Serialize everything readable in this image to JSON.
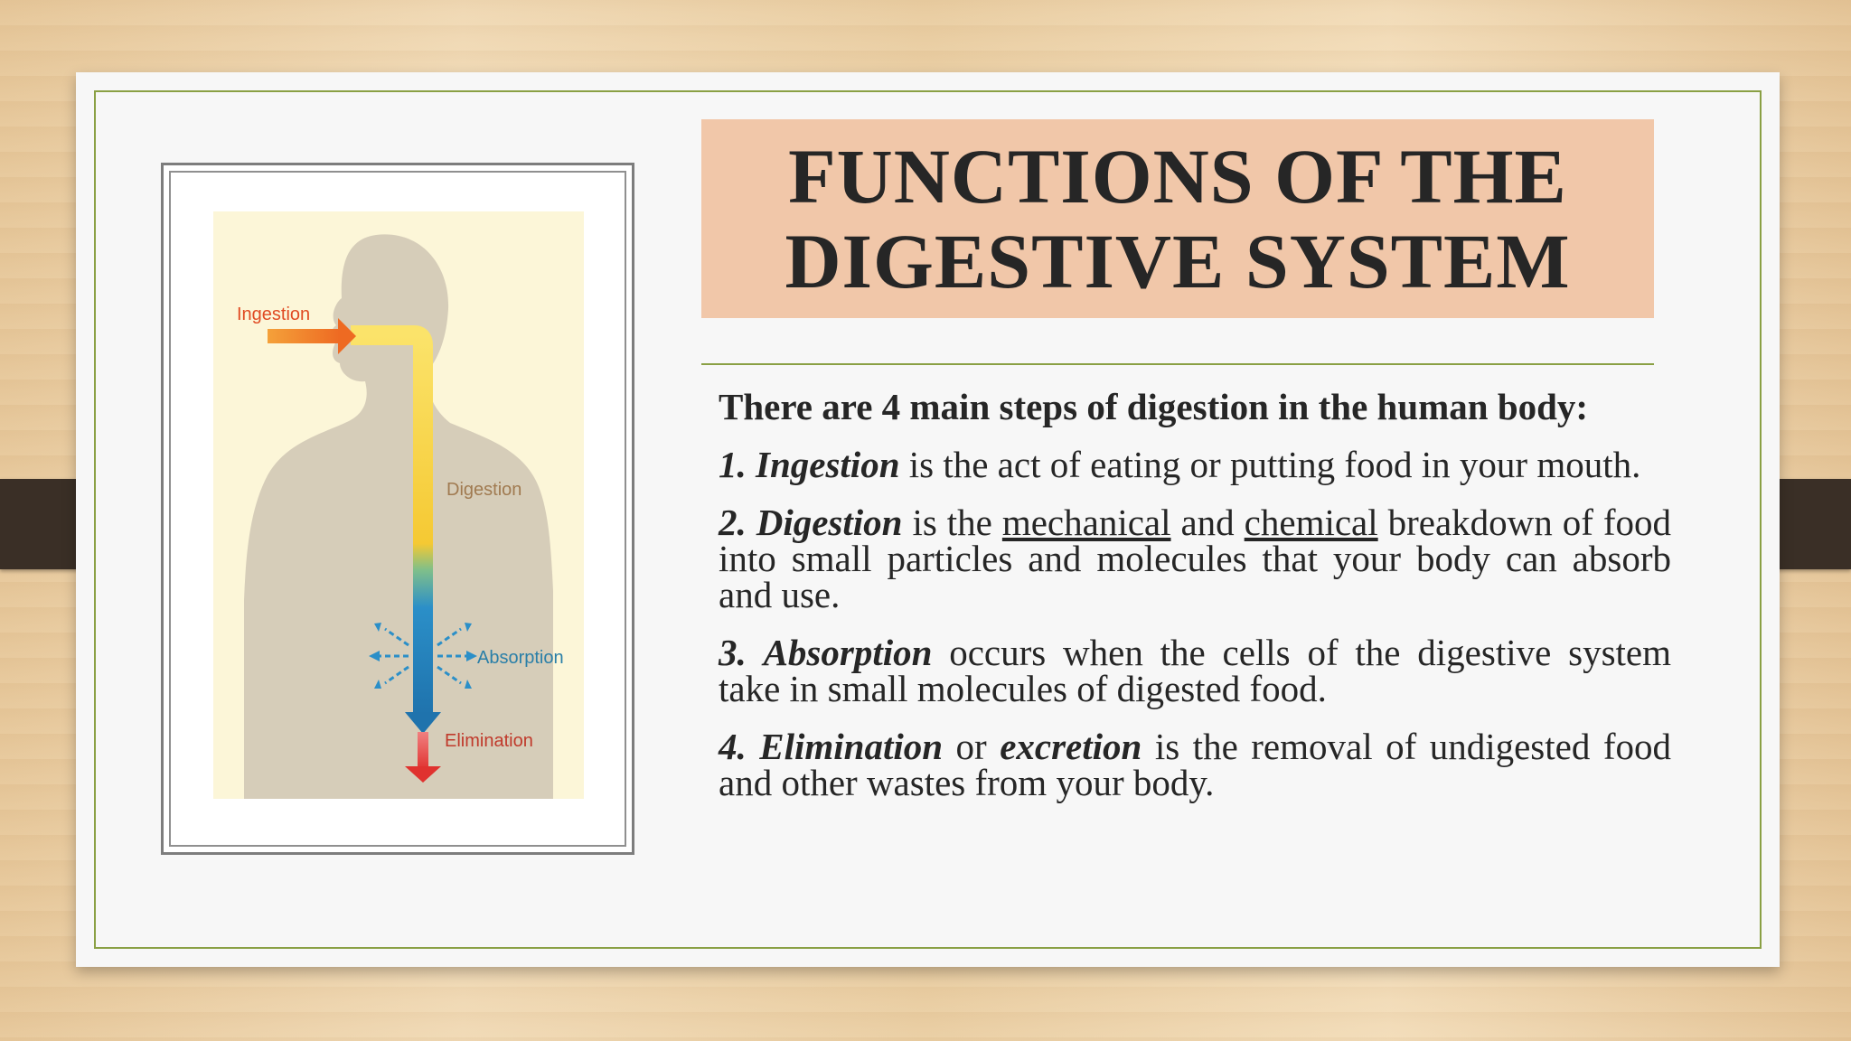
{
  "slide": {
    "title": "FUNCTIONS OF THE DIGESTIVE SYSTEM",
    "intro": "There are 4 main steps of digestion in the human body:",
    "steps": [
      {
        "number": "1.",
        "term": "Ingestion",
        "text": " is the act of eating or putting food in your mouth."
      },
      {
        "number": "2.",
        "term": "Digestion",
        "text_a": " is the ",
        "u1": "mechanical",
        "text_b": " and ",
        "u2": "chemical",
        "text_c": " breakdown of food into small particles and molecules that your body can absorb and use."
      },
      {
        "number": "3.",
        "term": "Absorption",
        "text": " occurs when the cells of the digestive system take in small molecules of digested food."
      },
      {
        "number": "4.",
        "term": "Elimination",
        "mid": " or ",
        "term2": "excretion",
        "text": " is the removal of undigested food and other wastes from your body."
      }
    ]
  },
  "diagram": {
    "labels": {
      "ingestion": "Ingestion",
      "digestion": "Digestion",
      "absorption": "Absorption",
      "elimination": "Elimination"
    },
    "colors": {
      "body": "#cfc6b4",
      "background": "#fcf6d8",
      "ingestion_arrow": "#f08a2a",
      "digestion_tube": "#f7d34a",
      "absorption_tube": "#2b8fc8",
      "elimination_arrow": "#e0322f",
      "ingestion_label": "#e04a22",
      "digestion_label": "#a07a50",
      "absorption_label": "#2a7fa8",
      "elimination_label": "#c0392b"
    }
  }
}
